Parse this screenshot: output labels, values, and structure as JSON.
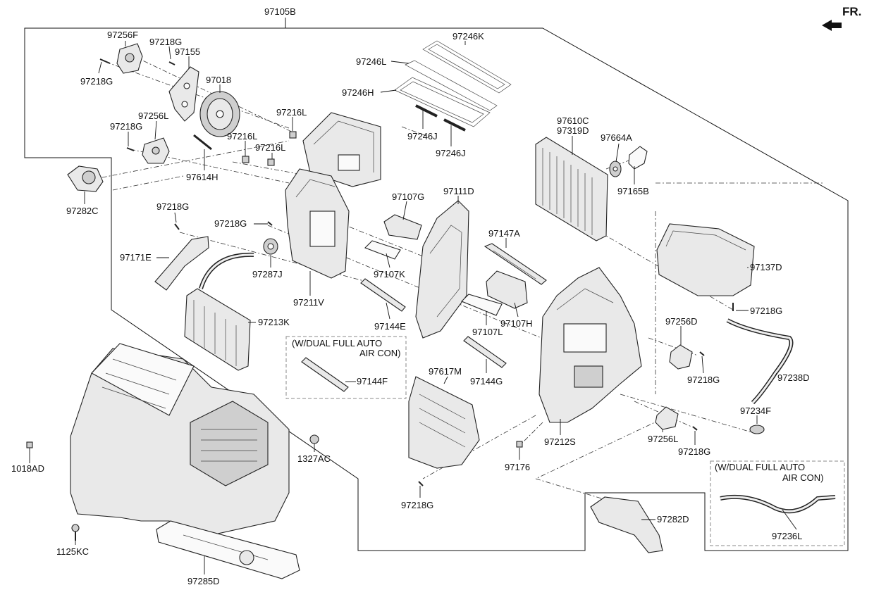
{
  "orientation": {
    "label": "FR.",
    "icon": "front-direction-arrow-icon"
  },
  "callouts": {
    "assembly": "97105B",
    "p97256F": "97256F",
    "p97218G_a": "97218G",
    "p97155": "97155",
    "p97218G_b": "97218G",
    "p97018": "97018",
    "p97256L_a": "97256L",
    "p97218G_c": "97218G",
    "p97216L_a": "97216L",
    "p97216L_b": "97216L",
    "p97216L_c": "97216L",
    "p97614H": "97614H",
    "p97282C": "97282C",
    "p97246K": "97246K",
    "p97246L": "97246L",
    "p97246H": "97246H",
    "p97246J_a": "97246J",
    "p97246J_b": "97246J",
    "p97610C": "97610C",
    "p97319D": "97319D",
    "p97664A": "97664A",
    "p97165B": "97165B",
    "p97218G_d": "97218G",
    "p97218G_e": "97218G",
    "p97171E": "97171E",
    "p97287J": "97287J",
    "p97211V": "97211V",
    "p97213K": "97213K",
    "p97107G": "97107G",
    "p97107K": "97107K",
    "p97144E": "97144E",
    "p97111D": "97111D",
    "p97147A": "97147A",
    "p97107L": "97107L",
    "p97107H": "97107H",
    "p97144G": "97144G",
    "p97617M": "97617M",
    "p97144F": "97144F",
    "p97137D": "97137D",
    "p97218G_f": "97218G",
    "p97256D": "97256D",
    "p97218G_g": "97218G",
    "p97238D": "97238D",
    "p97234F": "97234F",
    "p97212S": "97212S",
    "p97256L_b": "97256L",
    "p97218G_h": "97218G",
    "p97176": "97176",
    "p97218G_i": "97218G",
    "p97282D": "97282D",
    "p97236L": "97236L",
    "p1018AD": "1018AD",
    "p1327AC": "1327AC",
    "p1125KC": "1125KC",
    "p97285D": "97285D"
  },
  "notes": {
    "dual_auto_1_line1": "(W/DUAL FULL AUTO",
    "dual_auto_1_line2": "AIR CON)",
    "dual_auto_2_line1": "(W/DUAL FULL AUTO",
    "dual_auto_2_line2": "AIR CON)"
  }
}
